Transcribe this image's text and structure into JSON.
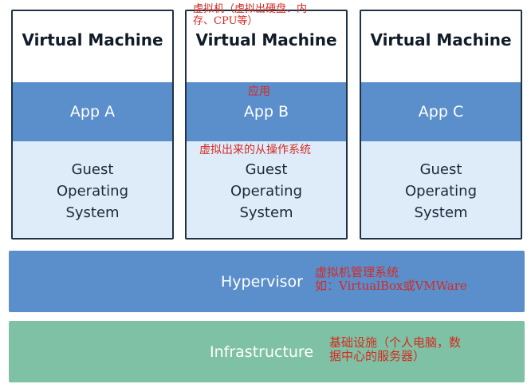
{
  "vms": [
    {
      "title": "Virtual Machine",
      "app": "App A",
      "os_lines": [
        "Guest",
        "Operating",
        "System"
      ]
    },
    {
      "title": "Virtual Machine",
      "app": "App B",
      "os_lines": [
        "Guest",
        "Operating",
        "System"
      ]
    },
    {
      "title": "Virtual Machine",
      "app": "App C",
      "os_lines": [
        "Guest",
        "Operating",
        "System"
      ]
    }
  ],
  "hypervisor": {
    "label": "Hypervisor"
  },
  "infrastructure": {
    "label": "Infrastructure"
  },
  "annotations": {
    "vm": [
      "虚拟机（虚拟出硬盘、内",
      "存、CPU等）"
    ],
    "app": "应用",
    "os": "虚拟出来的从操作系统",
    "hypervisor": [
      "虚拟机管理系统",
      "如：VirtualBox或VMWare"
    ],
    "infrastructure": [
      "基础设施（个人电脑，数",
      "据中心的服务器）"
    ]
  },
  "colors": {
    "app_band": "#5b8fcc",
    "os_band": "#deecfa",
    "hypervisor": "#5b8fcc",
    "infrastructure": "#7fc1a4",
    "annotation_text": "#d42a22"
  }
}
